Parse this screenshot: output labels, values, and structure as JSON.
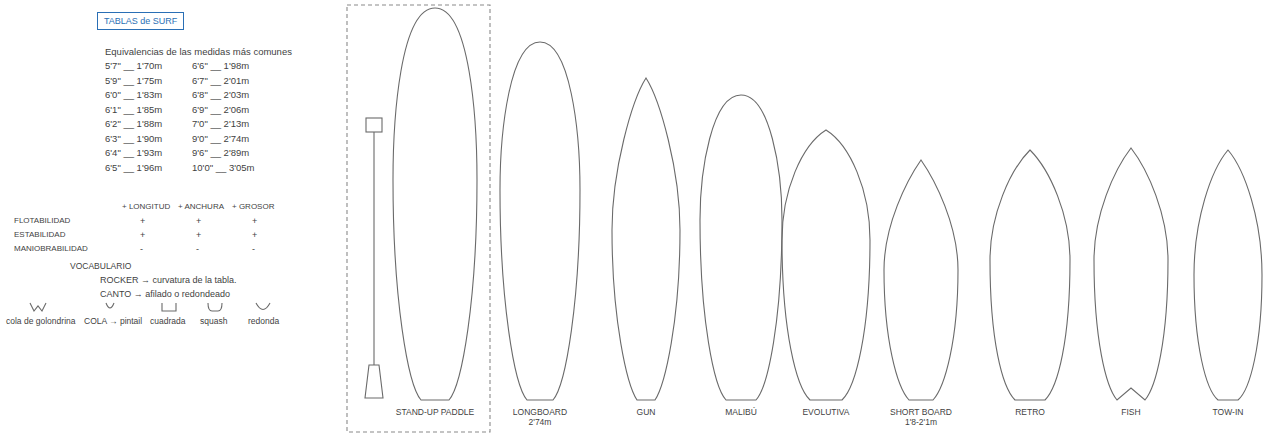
{
  "diagram": {
    "title": "TABLAS de SURF",
    "labels": [
      "Equivalencias de las medidas más comunes",
      "5'7\" __ 1'70m",
      "5'9\" __ 1'75m",
      "6'0\" __ 1'83m",
      "6'1\" __ 1'85m",
      "6'2\" __ 1'88m",
      "6'3\" __ 1'90m",
      "6'4\" __ 1'93m",
      "6'5\" __ 1'96m",
      "6'6\" __ 1'98m",
      "6'7\" __ 2'01m",
      "6'8\" __ 2'03m",
      "6'9\" __ 2'06m",
      "7'0\" __ 2'13m",
      "9'0\" __ 2'74m",
      "9'6\" __ 2'89m",
      "10'0\" __ 3'05m",
      "+ LONGITUD",
      "+ ANCHURA",
      "+ GROSOR",
      "FLOTABILIDAD",
      "+",
      "+",
      "+",
      "ESTABILIDAD",
      "+",
      "+",
      "+",
      "MANIOBRABILIDAD",
      "-",
      "-",
      "-",
      "VOCABULARIO",
      "ROCKER → curvatura de la tabla.",
      "CANTO → afilado o redondeado",
      "cola de golondrina",
      "COLA → pintail",
      "cuadrada",
      "squash",
      "redonda",
      "STAND-UP PADDLE",
      "LONGBOARD 2'74m",
      "GUN",
      "MALIBÚ",
      "EVOLUTIVA",
      "SHORT BOARD 1'8-2'1m",
      "RETRO",
      "FISH",
      "TOW-IN"
    ]
  }
}
